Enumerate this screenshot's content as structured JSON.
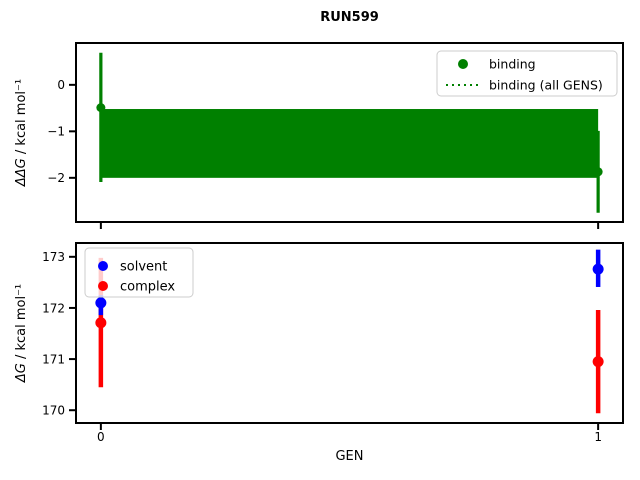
{
  "title": "RUN599",
  "colors": {
    "binding": "#008000",
    "solvent": "#0000ff",
    "complex": "#ff0000",
    "axis": "#000000",
    "legend_border": "#cccccc",
    "background": "#ffffff"
  },
  "chart_data": [
    {
      "type": "scatter",
      "title": "RUN599",
      "ylabel_math": "ΔΔG",
      "ylabel_units": " / kcal mol⁻¹",
      "xlabel": "",
      "x": [
        0,
        1
      ],
      "xlim": [
        -0.05,
        1.05
      ],
      "ylim": [
        -2.95,
        0.9
      ],
      "yticks": [
        0,
        -1,
        -2
      ],
      "ytick_labels": [
        "0",
        "−1",
        "−2"
      ],
      "xticks": [
        0,
        1
      ],
      "xtick_labels": [],
      "show_xtick_labels": false,
      "grid": false,
      "legend_position": "upper right",
      "series": [
        {
          "name": "binding",
          "color_key": "binding",
          "marker": "circle",
          "values": [
            -0.49,
            -1.87
          ],
          "ci_low": [
            -2.09,
            -2.75
          ],
          "ci_high": [
            0.69,
            -0.99
          ]
        }
      ],
      "band": {
        "name": "binding (all GENS)",
        "color_key": "binding",
        "center": -1.26,
        "low": -2.0,
        "high": -0.52,
        "line_style": "dotted",
        "x_start": 0,
        "x_end": 1
      },
      "legend": [
        {
          "label": "binding",
          "handle": "marker",
          "color_key": "binding"
        },
        {
          "label": "binding (all GENS)",
          "handle": "dotted-line",
          "color_key": "binding"
        }
      ]
    },
    {
      "type": "scatter",
      "title": "",
      "ylabel_math": "ΔG",
      "ylabel_units": " / kcal mol⁻¹",
      "xlabel": "GEN",
      "x": [
        0,
        1
      ],
      "xlim": [
        -0.05,
        1.05
      ],
      "ylim": [
        169.75,
        173.27
      ],
      "yticks": [
        170,
        171,
        172,
        173
      ],
      "ytick_labels": [
        "170",
        "171",
        "172",
        "173"
      ],
      "xticks": [
        0,
        1
      ],
      "xtick_labels": [
        "0",
        "1"
      ],
      "show_xtick_labels": true,
      "grid": false,
      "legend_position": "upper left",
      "series": [
        {
          "name": "complex",
          "color_key": "complex",
          "marker": "circle",
          "values": [
            171.71,
            170.95
          ],
          "ci_low": [
            170.45,
            169.94
          ],
          "ci_high": [
            172.98,
            171.96
          ]
        },
        {
          "name": "solvent",
          "color_key": "solvent",
          "marker": "circle",
          "values": [
            172.1,
            172.76
          ],
          "ci_low": [
            171.86,
            172.41
          ],
          "ci_high": [
            172.25,
            173.14
          ]
        }
      ],
      "legend": [
        {
          "label": "solvent",
          "handle": "marker",
          "color_key": "solvent"
        },
        {
          "label": "complex",
          "handle": "marker",
          "color_key": "complex"
        }
      ]
    }
  ]
}
